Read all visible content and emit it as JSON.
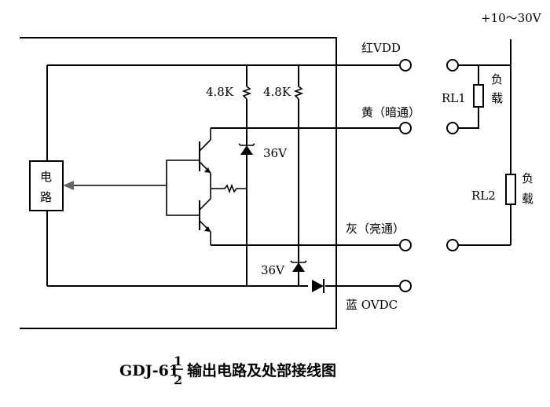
{
  "labels": {
    "supply": "+10～30V",
    "red_vdd": "红VDD",
    "yellow": "黄（暗通）",
    "gray": "灰（亮通）",
    "blue": "蓝 OVDC",
    "r1": "4.8K",
    "r2": "4.8K",
    "zener1": "36V",
    "zener2": "36V",
    "circuit_1": "电",
    "circuit_2": "路",
    "rl1": "RL1",
    "rl2": "RL2",
    "load1_1": "负",
    "load1_2": "载",
    "load2_1": "负",
    "load2_2": "载"
  },
  "caption": {
    "prefix": "GDJ-61",
    "numerator": "1",
    "denominator": "2",
    "text": "输出电路及处部接线图"
  }
}
